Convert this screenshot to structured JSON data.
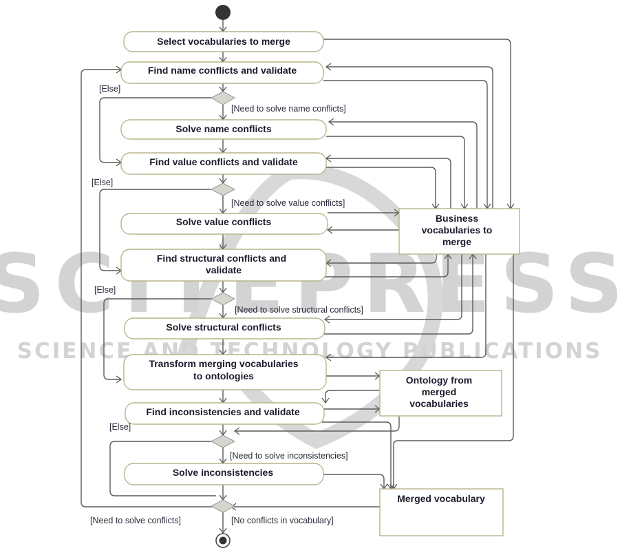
{
  "diagram": {
    "type": "UML activity diagram",
    "watermark": {
      "line1": "SCITEPRESS",
      "line2": "SCIENCE AND TECHNOLOGY PUBLICATIONS"
    },
    "nodes": {
      "start": {
        "kind": "initial-node"
      },
      "select": {
        "kind": "action",
        "lines": [
          "Select vocabularies to merge"
        ]
      },
      "find_name": {
        "kind": "action",
        "lines": [
          "Find name conflicts and validate"
        ]
      },
      "solve_name": {
        "kind": "action",
        "lines": [
          "Solve name conflicts"
        ]
      },
      "find_value": {
        "kind": "action",
        "lines": [
          "Find value conflicts and validate"
        ]
      },
      "solve_value": {
        "kind": "action",
        "lines": [
          "Solve value conflicts"
        ]
      },
      "find_struct": {
        "kind": "action",
        "lines": [
          "Find structural conflicts and",
          "validate"
        ]
      },
      "solve_struct": {
        "kind": "action",
        "lines": [
          "Solve structural conflicts"
        ]
      },
      "transform": {
        "kind": "action",
        "lines": [
          "Transform merging vocabularies",
          "to ontologies"
        ]
      },
      "find_incons": {
        "kind": "action",
        "lines": [
          "Find inconsistencies and validate"
        ]
      },
      "solve_incons": {
        "kind": "action",
        "lines": [
          "Solve inconsistencies"
        ]
      },
      "business_vocab": {
        "kind": "object",
        "lines": [
          "Business",
          "vocabularies to",
          "merge"
        ]
      },
      "ontology": {
        "kind": "object",
        "lines": [
          "Ontology from",
          "merged",
          "vocabularies"
        ]
      },
      "merged_vocab": {
        "kind": "object",
        "lines": [
          "Merged vocabulary"
        ]
      },
      "end": {
        "kind": "final-node"
      }
    },
    "guards": {
      "else_1": "[Else]",
      "need_name": "[Need to solve name conflicts]",
      "else_2": "[Else]",
      "need_value": "[Need to solve value conflicts]",
      "else_3": "[Else]",
      "need_struct": "[Need to solve structural conflicts]",
      "else_4": "[Else]",
      "need_incons": "[Need to solve inconsistencies]",
      "need_conflicts": "[Need to solve conflicts]",
      "no_conflicts": "[No conflicts in vocabulary]"
    },
    "colors": {
      "node_border": "#b8b48a",
      "edge": "#5a5a5a",
      "decision_fill": "#d6d6d0",
      "initial_fill": "#333333",
      "text": "#1c1c2e",
      "watermark": "#c8c8c8"
    }
  }
}
